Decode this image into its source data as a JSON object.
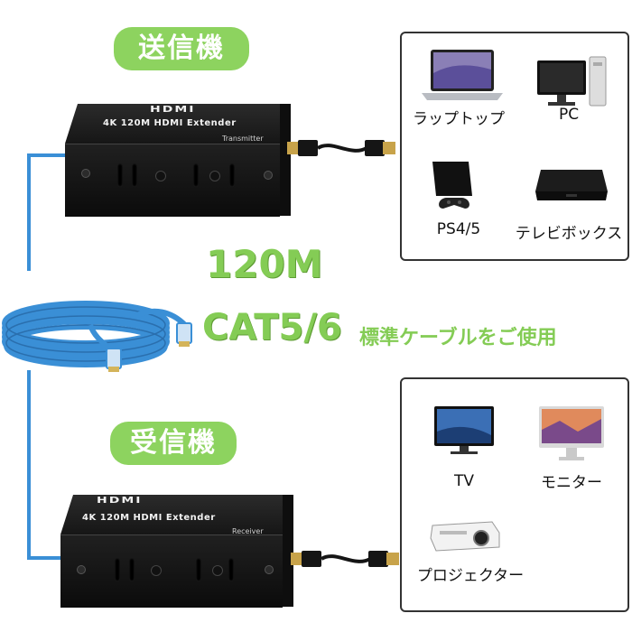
{
  "labels": {
    "transmitter": "送信機",
    "receiver": "受信機",
    "distance": "120M",
    "cable_type": "CAT5/6",
    "cable_note": "標準ケーブルをご使用"
  },
  "transmitter_box": {
    "logo": "HDMI",
    "title": "4K 120M HDMI Extender",
    "role": "Transmitter"
  },
  "receiver_box": {
    "logo": "HDMI",
    "title": "4K 120M HDMI Extender",
    "role": "Receiver"
  },
  "source_devices": [
    {
      "label": "ラップトップ",
      "icon": "laptop-icon"
    },
    {
      "label": "PC",
      "icon": "desktop-pc-icon"
    },
    {
      "label": "PS4/5",
      "icon": "game-console-icon"
    },
    {
      "label": "テレビボックス",
      "icon": "tv-box-icon"
    }
  ],
  "display_devices": [
    {
      "label": "TV",
      "icon": "tv-icon"
    },
    {
      "label": "モニター",
      "icon": "monitor-icon"
    },
    {
      "label": "プロジェクター",
      "icon": "projector-icon"
    }
  ],
  "colors": {
    "accent_green": "#8dd35f",
    "cable_blue": "#3a8fd6"
  }
}
